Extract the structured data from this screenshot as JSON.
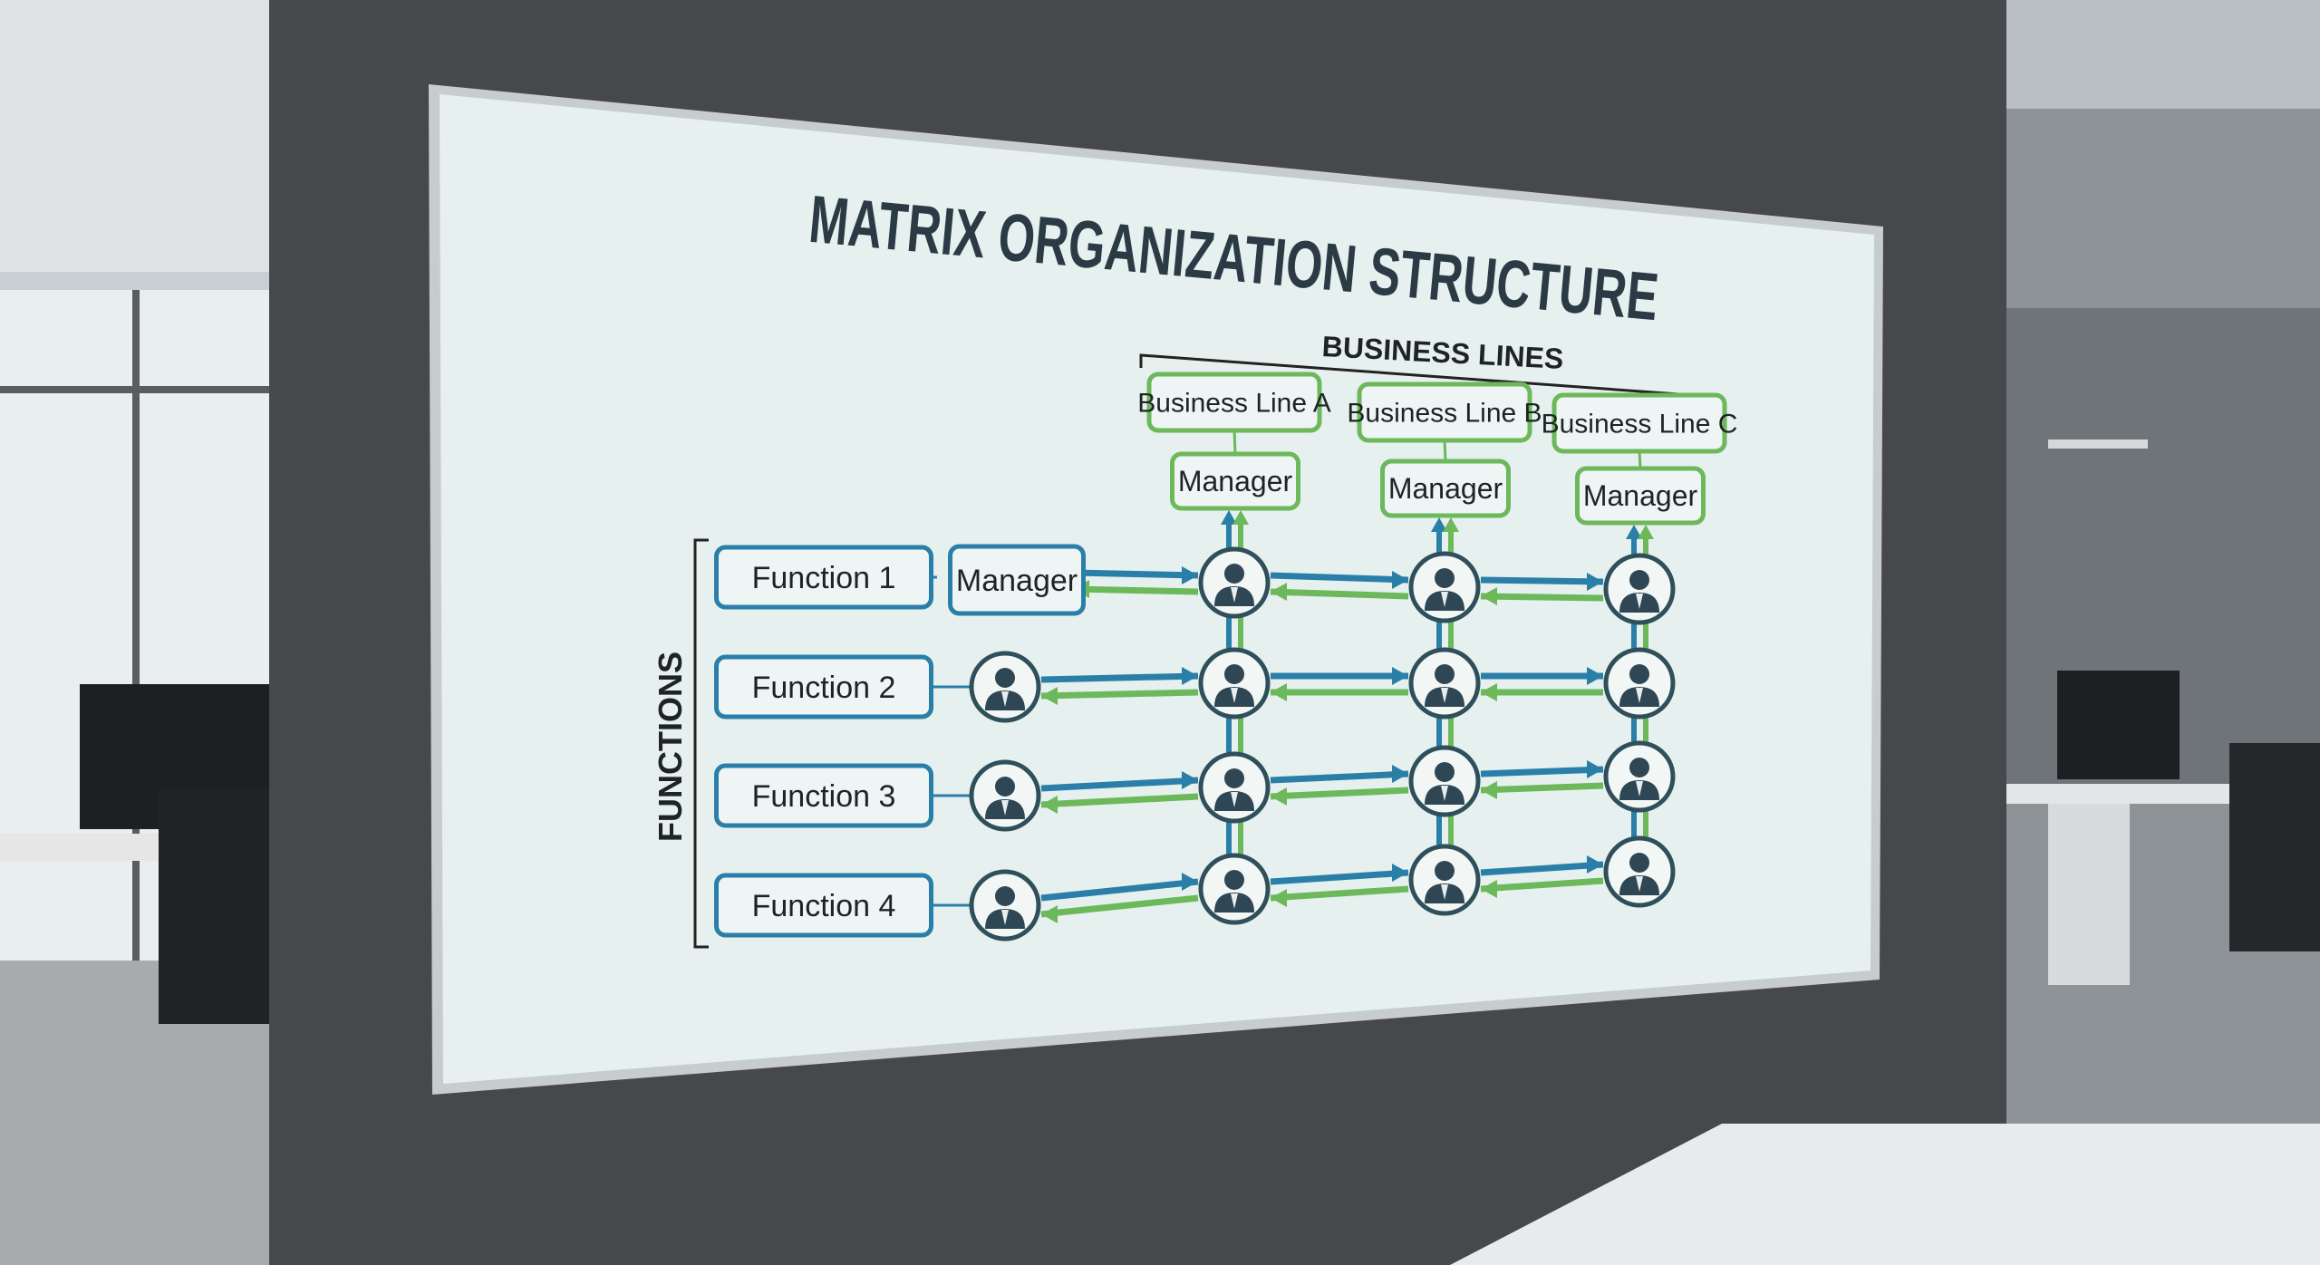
{
  "board": {
    "title": "MATRIX ORGANIZATION STRUCTURE",
    "business_lines_label": "BUSINESS LINES",
    "functions_label": "FUNCTIONS",
    "business_lines": [
      {
        "name": "Business Line A",
        "manager": "Manager"
      },
      {
        "name": "Business Line B",
        "manager": "Manager"
      },
      {
        "name": "Business Line C",
        "manager": "Manager"
      }
    ],
    "functions": [
      {
        "name": "Function 1",
        "head": "Manager"
      },
      {
        "name": "Function 2",
        "head": "person-icon"
      },
      {
        "name": "Function 3",
        "head": "person-icon"
      },
      {
        "name": "Function 4",
        "head": "person-icon"
      }
    ]
  },
  "colors": {
    "blue": "#2a7fa8",
    "green": "#6cb85a",
    "text": "#2b3a44",
    "wall": "#46484b",
    "board": "#e6f0ef"
  }
}
